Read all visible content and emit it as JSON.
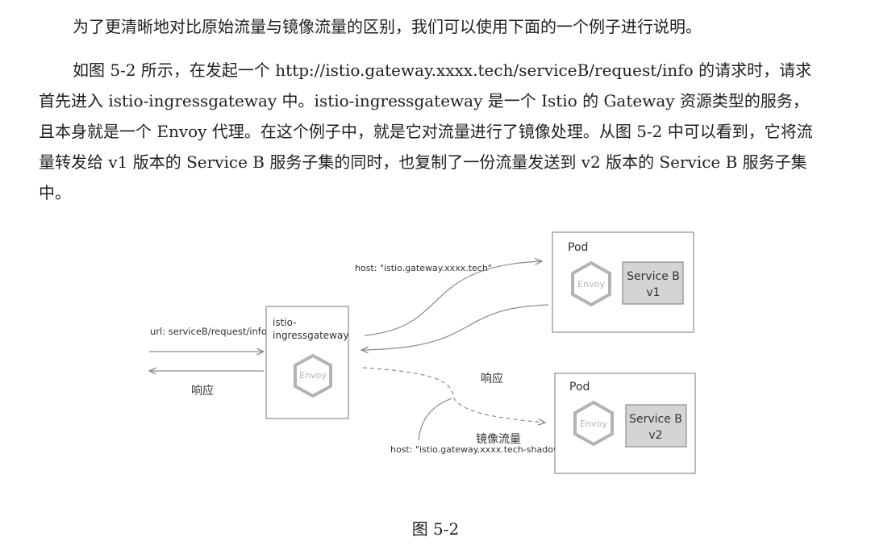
{
  "text": {
    "paragraph_1": "为了更清晰地对比原始流量与镜像流量的区别，我们可以使用下面的一个例子进行说明。",
    "paragraph_2": "如图 5-2 所示，在发起一个 http://istio.gateway.xxxx.tech/serviceB/request/info 的请求时，请求首先进入 istio-ingressgateway 中。istio-ingressgateway 是一个 Istio 的 Gateway 资源类型的服务，且本身就是一个 Envoy 代理。在这个例子中，就是它对流量进行了镜像处理。从图 5-2 中可以看到，它将流量转发给 v1 版本的 Service B 服务子集的同时，也复制了一份流量发送到 v2 版本的 Service B 服务子集中。"
  },
  "diagram": {
    "url_label": "url: serviceB/request/info",
    "response_left": "响应",
    "gateway_label_line1": "istio-",
    "gateway_label_line2": "ingressgateway",
    "gateway_envoy": "Envoy",
    "host_top": "host: \"istio.gateway.xxxx.tech\"",
    "response_middle": "响应",
    "mirror_label": "镜像流量",
    "host_shadow": "host: \"istio.gateway.xxxx.tech-shadow\"",
    "pod_top": {
      "title": "Pod",
      "envoy": "Envoy",
      "service_line1": "Service B",
      "service_line2": "v1"
    },
    "pod_bottom": {
      "title": "Pod",
      "envoy": "Envoy",
      "service_line1": "Service B",
      "service_line2": "v2"
    },
    "colors": {
      "line": "#8a8a8a",
      "hexagon": "#b3b3b3",
      "service_fill": "#d4d4d4",
      "box_border": "#777777"
    }
  },
  "caption": "图 5-2"
}
